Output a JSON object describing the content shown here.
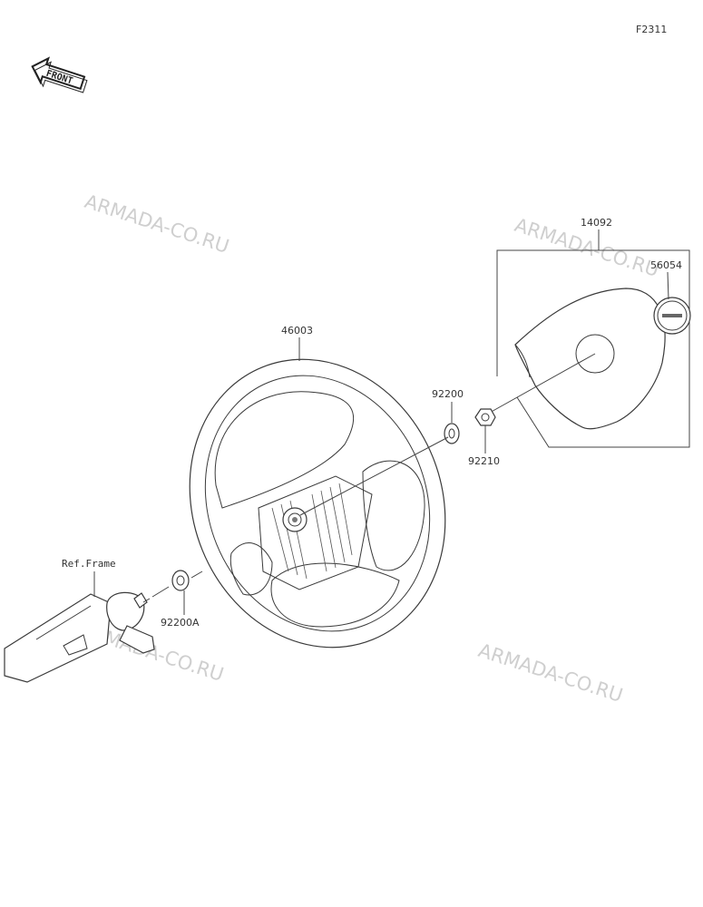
{
  "diagram": {
    "code": "F2311",
    "front_label": "FRONT",
    "ref_frame": "Ref.Frame",
    "watermark": "ARMADA-CO.RU",
    "parts": {
      "steering_wheel": "46003",
      "cover": "14092",
      "emblem": "56054",
      "washer": "92200",
      "nut": "92210",
      "washer_a": "92200A"
    }
  }
}
